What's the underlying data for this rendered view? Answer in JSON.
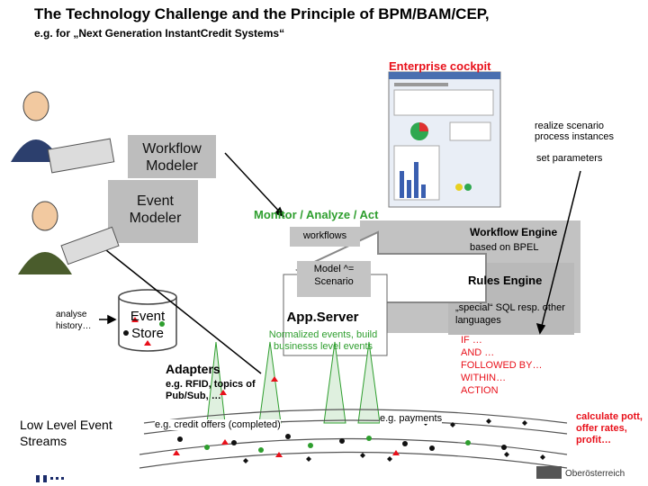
{
  "header": {
    "title": "The Technology Challenge and the Principle of BPM/BAM/CEP,",
    "subtitle": "e.g. for „Next Generation InstantCredit Systems“"
  },
  "cockpit": {
    "title": "Enterprise cockpit",
    "note1": "realize scenario process instances",
    "note2": "set parameters"
  },
  "left_boxes": {
    "workflow_modeler": "Workflow Modeler",
    "event_modeler": "Event Modeler"
  },
  "monitor": "Monitor / Analyze / Act",
  "center": {
    "workflows": "workflows",
    "model_scenario": "Model ^= Scenario",
    "app_server": "App.Server",
    "normalized": "Normalized events, build businesss level events"
  },
  "right": {
    "workflow_engine": "Workflow Engine",
    "based_on": "based on BPEL",
    "rules_engine": "Rules Engine",
    "special_sql": "„special“ SQL resp. other languages",
    "rules_text": "IF …\nAND …\nFOLLOWED BY…\nWITHIN…\nACTION"
  },
  "left_lower": {
    "analyse": "analyse history…",
    "event_store": "Event Store",
    "adapters": "Adapters",
    "rfid": "e.g. RFID, topics of Pub/Sub, …",
    "low_level": "Low Level Event Streams"
  },
  "streams": {
    "credit_offers": "e.g. credit offers (completed)",
    "payments": "e.g. payments",
    "calculate": "calculate pott, offer rates, profit…"
  },
  "footer": {
    "brand": "Oberösterreich"
  },
  "colors": {
    "accent_red": "#e8101a",
    "box_grey": "#bdbdbd",
    "event_green": "#2e9e2e"
  }
}
